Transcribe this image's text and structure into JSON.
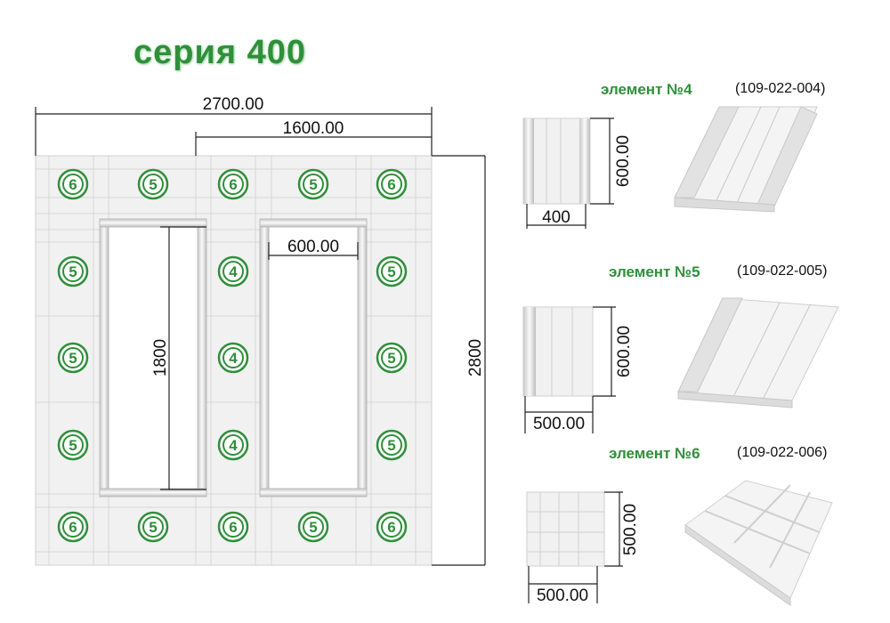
{
  "title": "серия 400",
  "plan": {
    "total_width": "2700.00",
    "inner_width": "1600.00",
    "opening_width": "600.00",
    "opening_height": "1800",
    "total_height": "2800",
    "layout": [
      [
        "6",
        "5",
        "6",
        "5",
        "6"
      ],
      [
        "5",
        "",
        "4",
        "",
        "5"
      ],
      [
        "5",
        "",
        "4",
        "",
        "5"
      ],
      [
        "5",
        "",
        "4",
        "",
        "5"
      ],
      [
        "6",
        "5",
        "6",
        "5",
        "6"
      ]
    ]
  },
  "elements": [
    {
      "title": "элемент №4",
      "code": "(109-022-004)",
      "dim_h": "600.00",
      "dim_w": "400"
    },
    {
      "title": "элемент №5",
      "code": "(109-022-005)",
      "dim_h": "600.00",
      "dim_w": "500.00"
    },
    {
      "title": "элемент №6",
      "code": "(109-022-006)",
      "dim_h": "500.00",
      "dim_w": "500.00"
    }
  ],
  "colors": {
    "accent": "#2f8f3a",
    "line": "#222222",
    "tile": "#f2f2f2",
    "grid": "#d4d4d4"
  }
}
